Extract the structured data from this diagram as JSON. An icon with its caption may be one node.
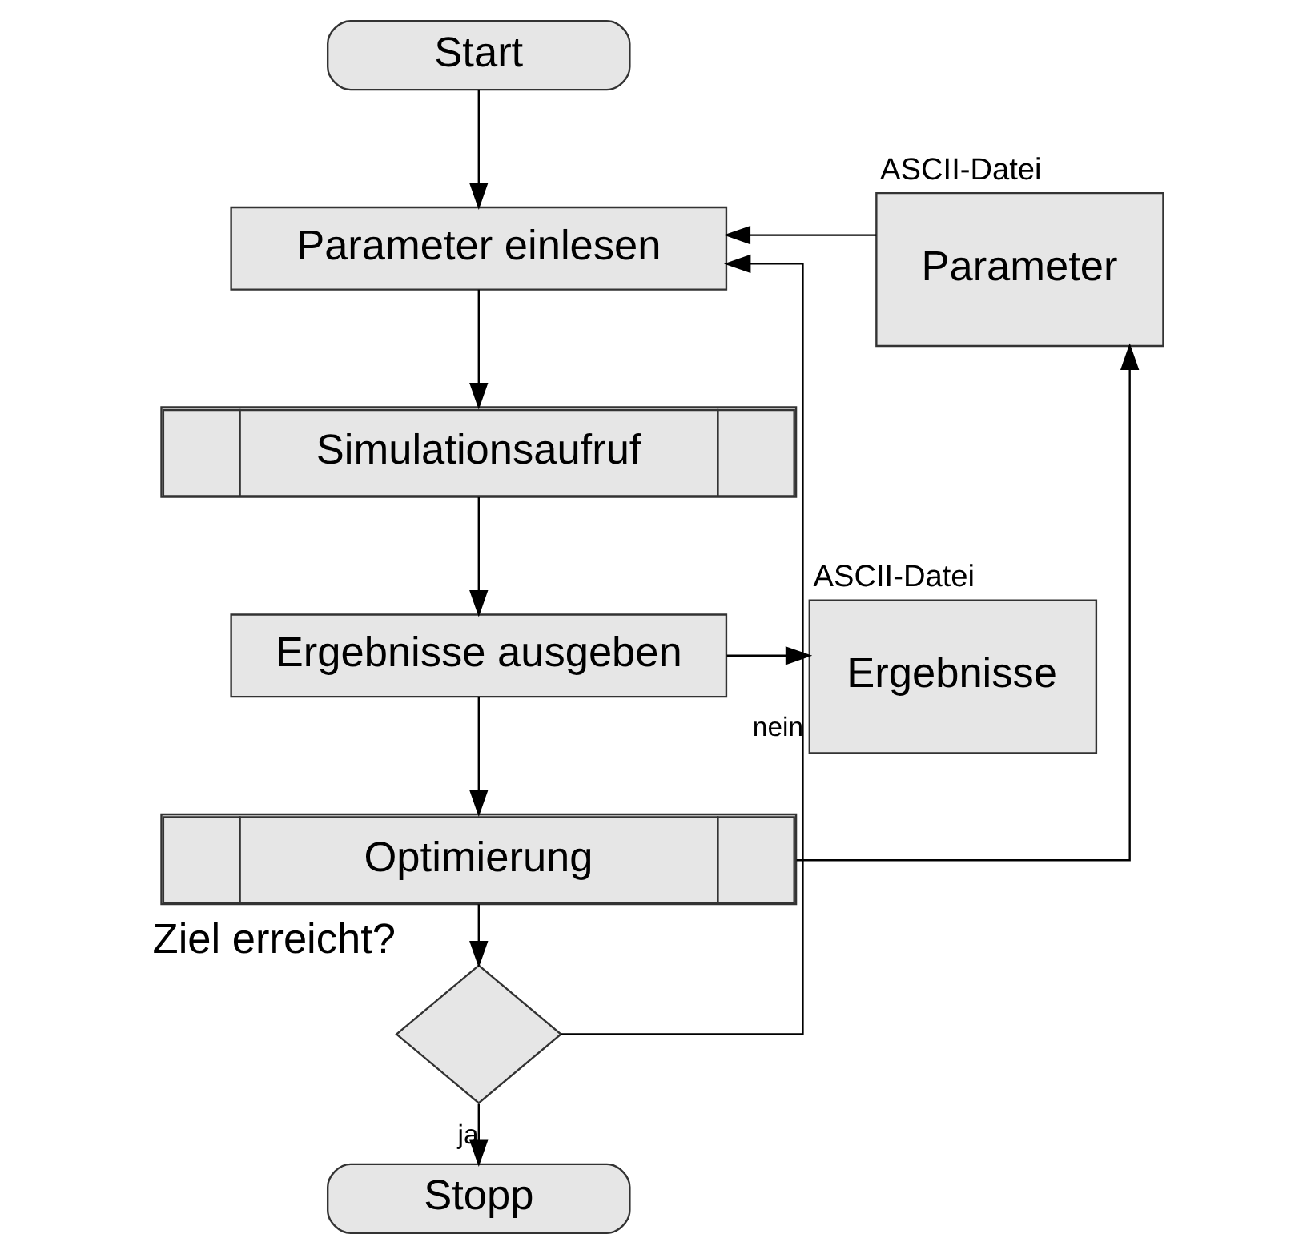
{
  "diagram": {
    "nodes": [
      {
        "text": [
          "Start"
        ]
      },
      {
        "text": [
          "Parameter einlesen"
        ]
      },
      {
        "text": [
          "Parameter"
        ],
        "beside": [
          "ASCII-Datei"
        ]
      },
      {
        "text": [
          "Simulationsaufruf"
        ]
      },
      {
        "text": [
          "Ergebnisse ausgeben"
        ]
      },
      {
        "text": [
          "Ergebnisse"
        ],
        "beside": [
          "ASCII-Datei"
        ]
      },
      {
        "text": [
          "Optimierung"
        ]
      },
      {
        "text": [
          "Ziel erreicht?"
        ]
      },
      {
        "text": [
          "Stopp"
        ]
      }
    ],
    "edges": [
      {
        "from": 0,
        "to": 1,
        "arrow": "to"
      },
      {
        "from": 2,
        "to": 1,
        "arrow": "to"
      },
      {
        "from": 1,
        "to": 3,
        "arrow": "to"
      },
      {
        "from": 3,
        "to": 4,
        "arrow": "to"
      },
      {
        "from": 4,
        "to": 5,
        "arrow": "to"
      },
      {
        "from": 4,
        "to": 6,
        "arrow": "to"
      },
      {
        "from": 6,
        "to": 2,
        "arrow": "to"
      },
      {
        "from": 6,
        "to": 7,
        "arrow": "to"
      },
      {
        "from": 7,
        "to": 1,
        "arrow": "to",
        "label": "nein"
      },
      {
        "from": 7,
        "to": 8,
        "arrow": "to",
        "label": "ja"
      }
    ]
  }
}
